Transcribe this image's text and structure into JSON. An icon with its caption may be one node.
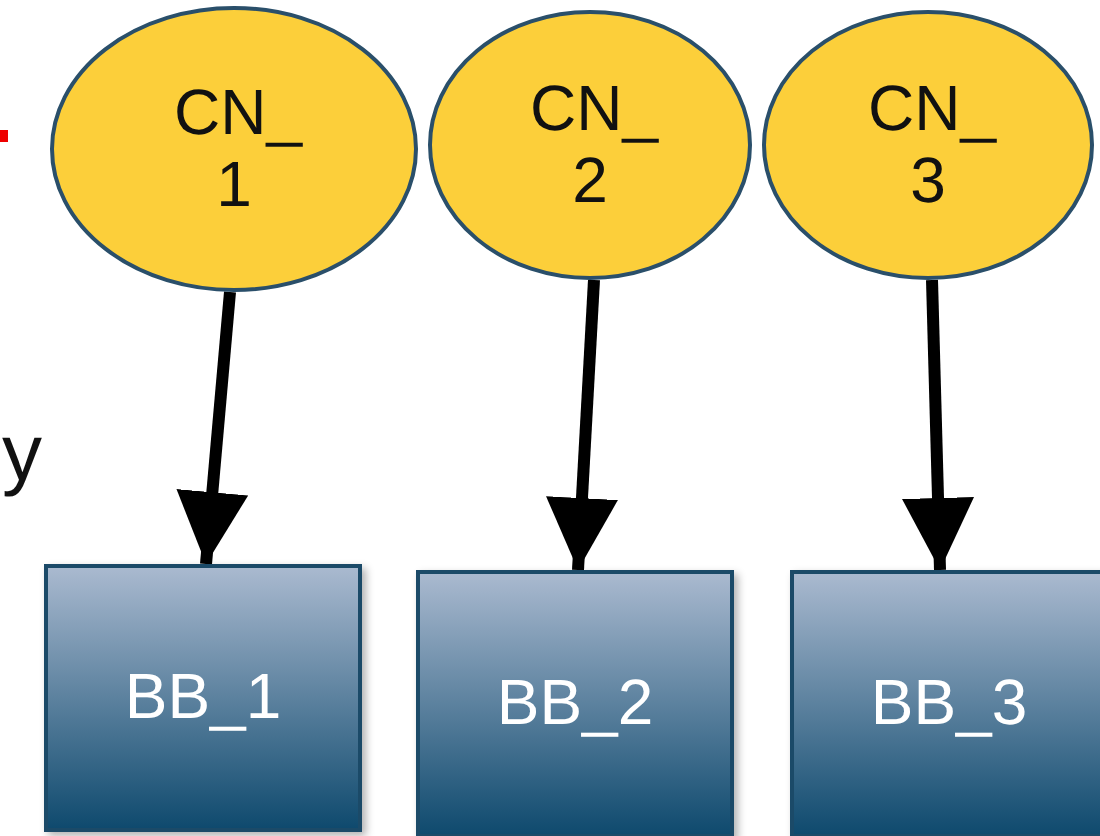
{
  "diagram": {
    "nodes": [
      {
        "text": [
          "CN_ 1"
        ]
      },
      {
        "text": [
          "CN_ 2"
        ]
      },
      {
        "text": [
          "CN_ 3"
        ]
      },
      {
        "text": [
          "BB_1"
        ]
      },
      {
        "text": [
          "BB_2"
        ]
      },
      {
        "text": [
          "BB_3"
        ]
      }
    ],
    "edges": [
      {
        "from": 0,
        "to": 3,
        "arrow": "to"
      },
      {
        "from": 1,
        "to": 4,
        "arrow": "to"
      },
      {
        "from": 2,
        "to": 5,
        "arrow": "to"
      }
    ],
    "labels": [
      "y"
    ]
  }
}
